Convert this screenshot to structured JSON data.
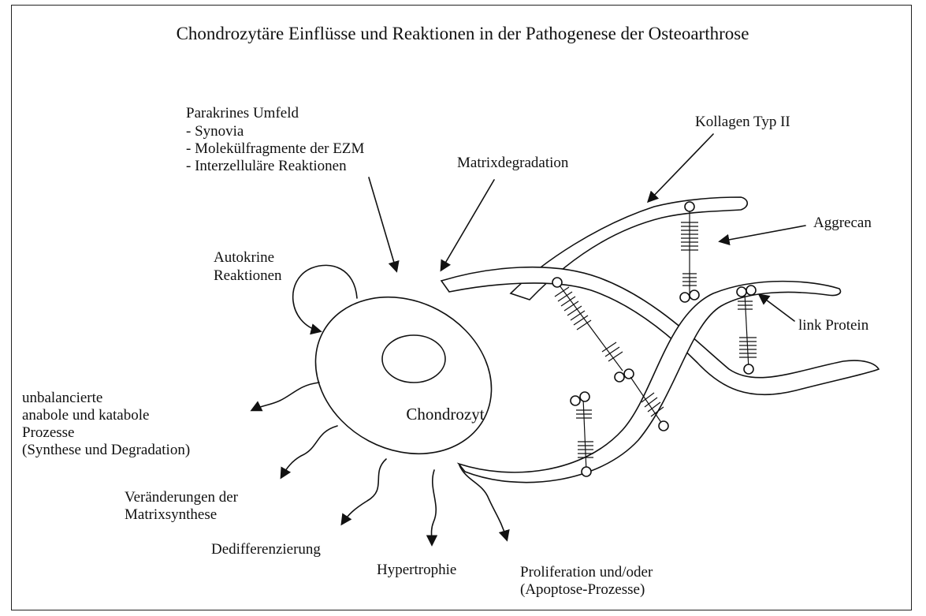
{
  "title": "Chondrozytäre Einflüsse und Reaktionen in der Pathogenese der Osteoarthrose",
  "cell_label": "Chondrozyt",
  "labels": {
    "paracrine": [
      "Parakrines Umfeld",
      "- Synovia",
      "- Molekülfragmente der EZM",
      "- Interzelluläre Reaktionen"
    ],
    "matrix_degradation": "Matrixdegradation",
    "collagen": "Kollagen Typ II",
    "aggrecan": "Aggrecan",
    "link_protein": "link Protein",
    "autocrine": [
      "Autokrine",
      "Reaktionen"
    ],
    "unbalanced": [
      "unbalancierte",
      "anabole und katabole",
      "Prozesse",
      "(Synthese und Degradation)"
    ],
    "matrix_synthesis": [
      "Veränderungen der",
      "Matrixsynthese"
    ],
    "dedifferentiation": "Dedifferenzierung",
    "hypertrophy": "Hypertrophie",
    "proliferation": [
      "Proliferation und/oder",
      "(Apoptose-Prozesse)"
    ]
  }
}
